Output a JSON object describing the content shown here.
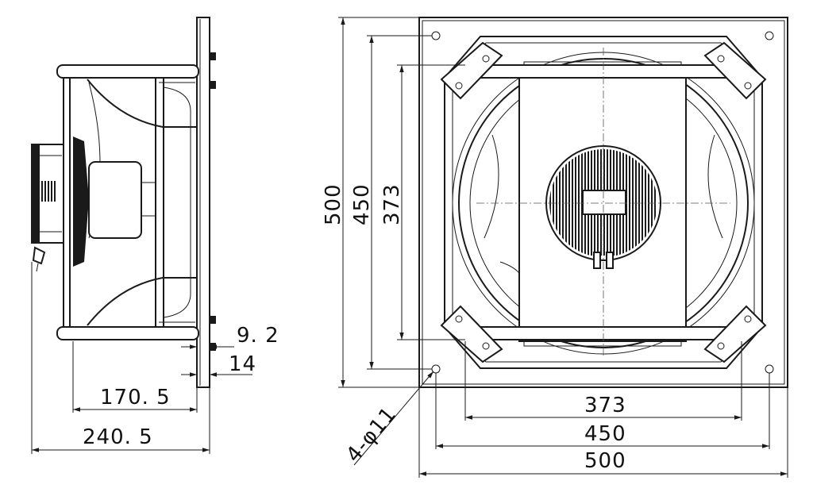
{
  "side_view": {
    "dim_flange_offset": "9. 2",
    "dim_flange_thickness": "14",
    "dim_depth_body": "170. 5",
    "dim_depth_total": "240. 5"
  },
  "front_view": {
    "dim_width_inner": "373",
    "dim_width_holes": "450",
    "dim_width_outer": "500",
    "dim_height_inner": "373",
    "dim_height_holes": "450",
    "dim_height_outer": "500",
    "hole_callout": "4-φ11"
  },
  "colors": {
    "line": "#1a1a1a",
    "background": "#ffffff"
  }
}
